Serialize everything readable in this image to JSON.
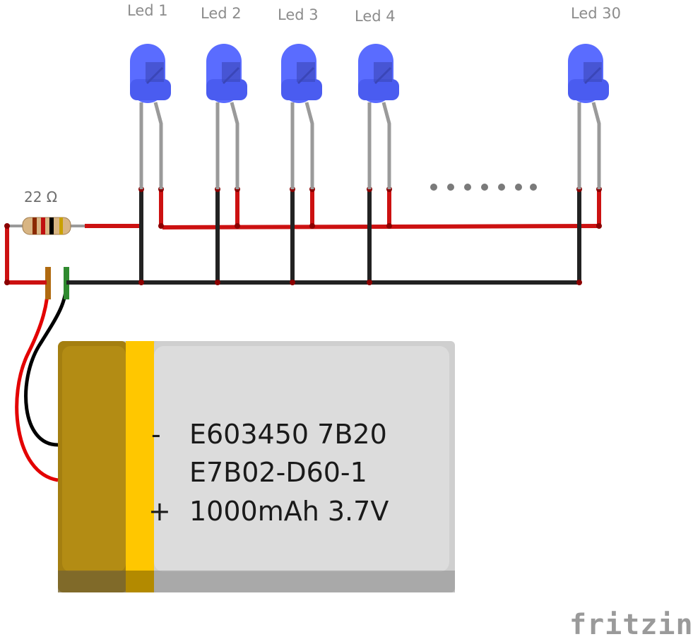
{
  "leds": [
    {
      "label": "Led 1"
    },
    {
      "label": "Led 2"
    },
    {
      "label": "Led 3"
    },
    {
      "label": "Led 4"
    },
    {
      "label": "Led 30"
    }
  ],
  "resistor": {
    "label": "22 Ω"
  },
  "battery": {
    "minus_symbol": "-",
    "plus_symbol": "+",
    "line1": "E603450 7B20",
    "line2": "E7B02-D60-1",
    "line3": "1000mAh 3.7V"
  },
  "logo": "fritzing",
  "colors": {
    "led_blue": "#5a6cff",
    "wire_red": "#cc1111",
    "wire_black": "#222222",
    "battery_gold": "#b08a12",
    "battery_yellow": "#ffc800",
    "battery_grey": "#d9d9d9"
  }
}
